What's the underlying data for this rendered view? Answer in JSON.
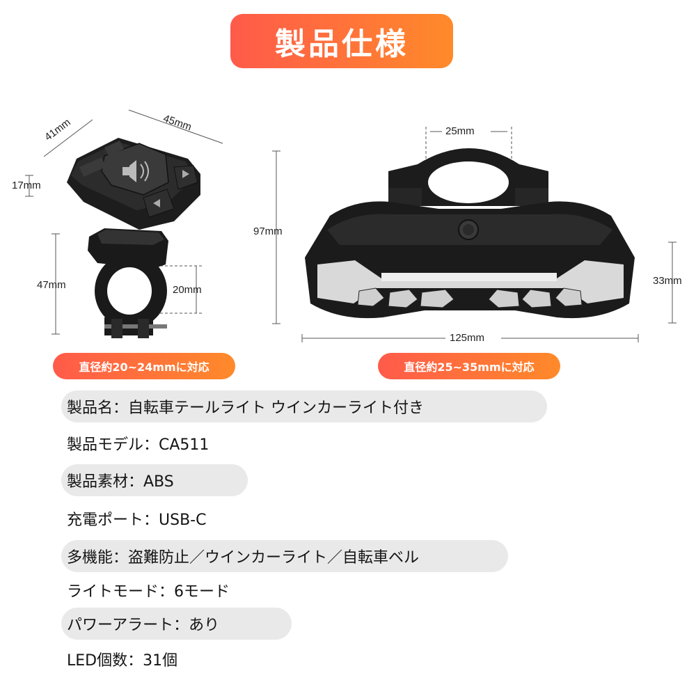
{
  "header": {
    "title": "製品仕様"
  },
  "dimensions": {
    "remote_width": "45mm",
    "remote_depth": "41mm",
    "remote_height": "17mm",
    "mount_height": "47mm",
    "mount_inner": "20mm",
    "clamp_width": "25mm",
    "light_height": "97mm",
    "light_strip": "33mm",
    "light_width": "125mm"
  },
  "fit_labels": {
    "left": "直径約20~24mmに対応",
    "right": "直径約25~35mmに対応"
  },
  "specs": [
    {
      "text": "製品名：自転車テールライト ウインカーライト付き",
      "shaded": true
    },
    {
      "text": "製品モデル：CA511",
      "shaded": false
    },
    {
      "text": "製品素材：ABS",
      "shaded": true
    },
    {
      "text": "充電ポート：USB-C",
      "shaded": false
    },
    {
      "text": "多機能：盗難防止／ウインカーライト／自転車ベル",
      "shaded": true
    },
    {
      "text": "ライトモード：6モード",
      "shaded": false
    },
    {
      "text": "パワーアラート：あり",
      "shaded": true
    },
    {
      "text": "LED個数：31個",
      "shaded": false
    }
  ],
  "colors": {
    "accent_start": "#ff5a4a",
    "accent_end": "#ff8a2a",
    "row_shade": "#e9e9e9"
  }
}
